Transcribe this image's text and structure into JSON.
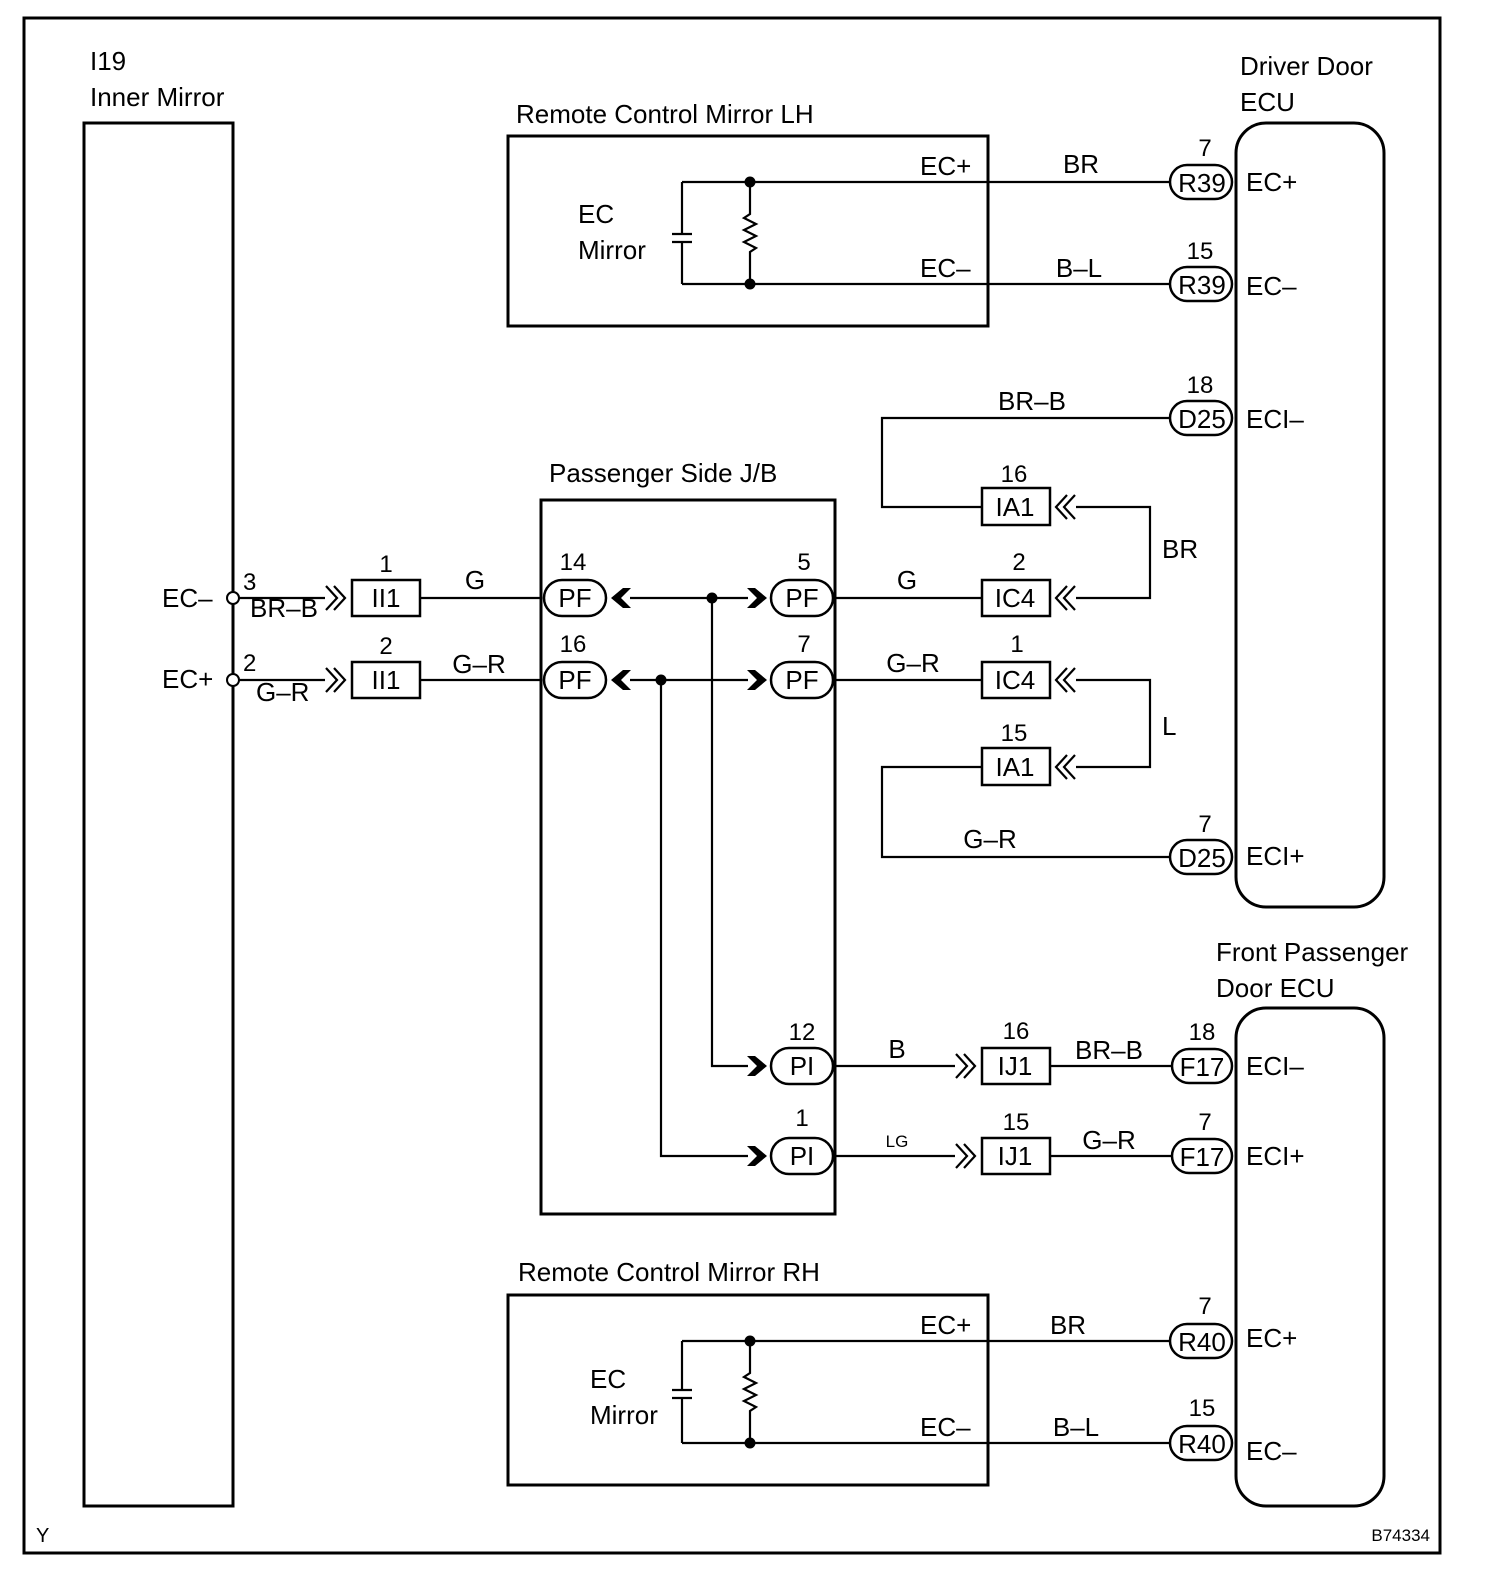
{
  "code_top": "Y",
  "code_bottom": "B74334",
  "inner_mirror": {
    "line1": "I19",
    "line2": "Inner Mirror",
    "pins": [
      {
        "name": "EC–",
        "num": "3",
        "wire": "BR–B"
      },
      {
        "name": "EC+",
        "num": "2",
        "wire": "G–R"
      }
    ]
  },
  "mirror_lh": {
    "title": "Remote Control Mirror LH",
    "ec_line1": "EC",
    "ec_line2": "Mirror",
    "pos": "EC+",
    "neg": "EC–"
  },
  "mirror_rh": {
    "title": "Remote Control Mirror RH",
    "ec_line1": "EC",
    "ec_line2": "Mirror",
    "pos": "EC+",
    "neg": "EC–"
  },
  "jb": {
    "title": "Passenger Side J/B"
  },
  "driver_ecu": {
    "line1": "Driver Door",
    "line2": "ECU",
    "pins": [
      "EC+",
      "EC–",
      "ECI–",
      "ECI+"
    ]
  },
  "passenger_ecu": {
    "line1": "Front Passenger",
    "line2": "Door ECU",
    "pins": [
      "ECI–",
      "ECI+",
      "EC+",
      "EC–"
    ]
  },
  "connectors": {
    "ii1_a": {
      "label": "II1",
      "pin": "1"
    },
    "ii1_b": {
      "label": "II1",
      "pin": "2"
    },
    "pf14": {
      "label": "PF",
      "pin": "14"
    },
    "pf16": {
      "label": "PF",
      "pin": "16"
    },
    "pf5": {
      "label": "PF",
      "pin": "5"
    },
    "pf7": {
      "label": "PF",
      "pin": "7"
    },
    "pi12": {
      "label": "PI",
      "pin": "12"
    },
    "pi1": {
      "label": "PI",
      "pin": "1"
    },
    "ia1_16": {
      "label": "IA1",
      "pin": "16"
    },
    "ic4_2": {
      "label": "IC4",
      "pin": "2"
    },
    "ic4_1": {
      "label": "IC4",
      "pin": "1"
    },
    "ia1_15": {
      "label": "IA1",
      "pin": "15"
    },
    "ij1_16": {
      "label": "IJ1",
      "pin": "16"
    },
    "ij1_15": {
      "label": "IJ1",
      "pin": "15"
    },
    "r39_7": {
      "label": "R39",
      "pin": "7"
    },
    "r39_15": {
      "label": "R39",
      "pin": "15"
    },
    "d25_18": {
      "label": "D25",
      "pin": "18"
    },
    "d25_7": {
      "label": "D25",
      "pin": "7"
    },
    "f17_18": {
      "label": "F17",
      "pin": "18"
    },
    "f17_7": {
      "label": "F17",
      "pin": "7"
    },
    "r40_7": {
      "label": "R40",
      "pin": "7"
    },
    "r40_15": {
      "label": "R40",
      "pin": "15"
    }
  },
  "wires": {
    "lh_pos": "BR",
    "lh_neg": "B–L",
    "d25_18": "BR–B",
    "ia1_ic4": "BR",
    "top_g_left": "G",
    "top_g_right": "G",
    "bot_gr_left": "G–R",
    "bot_gr_right": "G–R",
    "ic4_ia1": "L",
    "d25_7": "G–R",
    "pi12": "B",
    "ij1_16": "BR–B",
    "pi1": "LG",
    "ij1_15": "G–R",
    "rh_pos": "BR",
    "rh_neg": "B–L"
  }
}
